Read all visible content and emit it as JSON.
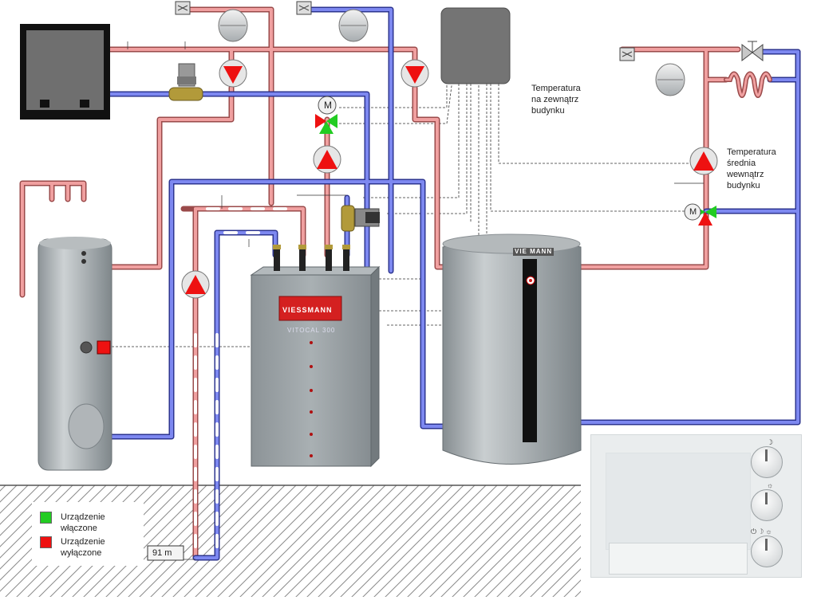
{
  "labels": {
    "outside_temp": [
      "Temperatura",
      "na zewnątrz",
      "budynku"
    ],
    "inside_temp": [
      "Temperatura",
      "średnia",
      "wewnątrz",
      "budynku"
    ],
    "probe_length": "91 m",
    "brand": "VIESSMANN",
    "brand_short": "VIE MANN",
    "product": "VITOCAL 300",
    "motor_letter": "M"
  },
  "legend": [
    {
      "color": "#22cc22",
      "lines": [
        "Urządzenie",
        "włączone"
      ]
    },
    {
      "color": "#ee1111",
      "lines": [
        "Urządzenie",
        "wyłączone"
      ]
    }
  ],
  "colors": {
    "hot_pipe": "#e06060",
    "cold_pipe": "#5a66d8",
    "pump_on": "#22cc22",
    "pump_off": "#ee1111",
    "unit_body": "#9aa2a6",
    "viessmann_red": "#d42020"
  },
  "icons": [
    "pump-icon",
    "expansion-vessel-icon",
    "three-way-valve-icon",
    "motor-icon",
    "safety-valve-icon",
    "controller-knob-icon"
  ]
}
